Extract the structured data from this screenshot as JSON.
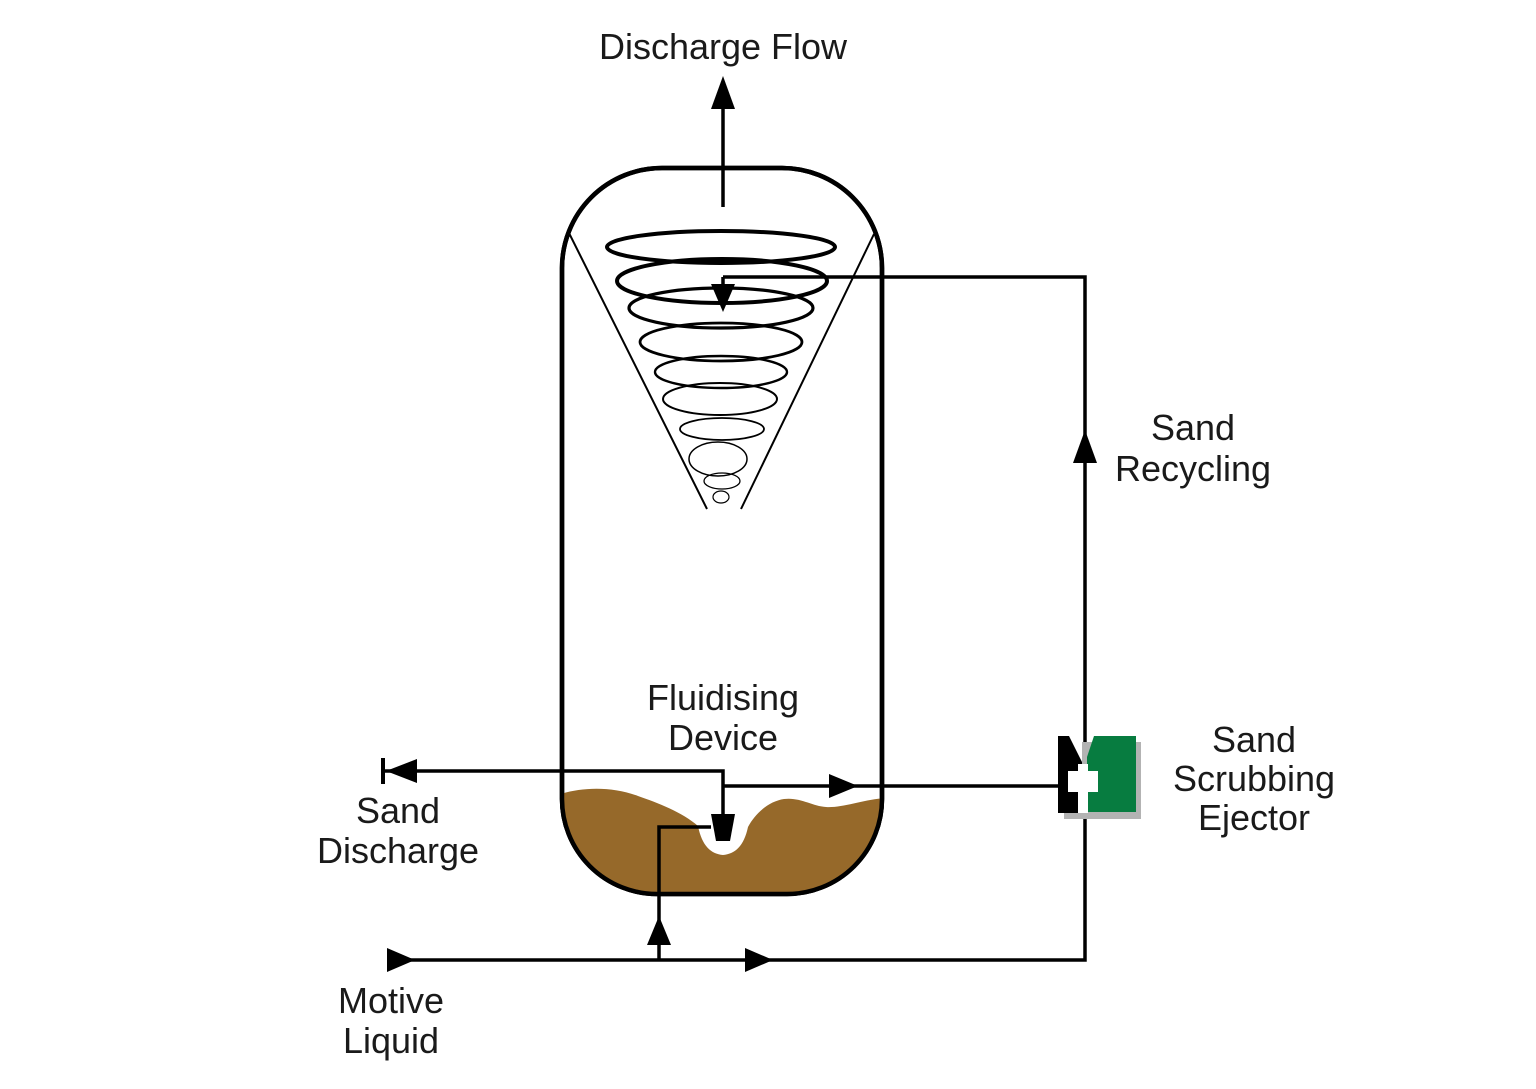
{
  "labels": {
    "discharge_flow": "Discharge Flow",
    "sand_recycling": [
      "Sand",
      "Recycling"
    ],
    "fluidising_device": [
      "Fluidising",
      "Device"
    ],
    "sand_discharge": [
      "Sand",
      "Discharge"
    ],
    "sand_scrubbing_ejector": [
      "Sand",
      "Scrubbing",
      "Ejector"
    ],
    "motive_liquid": [
      "Motive",
      "Liquid"
    ]
  },
  "colors": {
    "line_black": "#000000",
    "sand_brown": "#96692a",
    "ejector_green": "#077c40",
    "shadow_gray": "#b3b3b3",
    "text_dark": "#1a1a1a"
  }
}
